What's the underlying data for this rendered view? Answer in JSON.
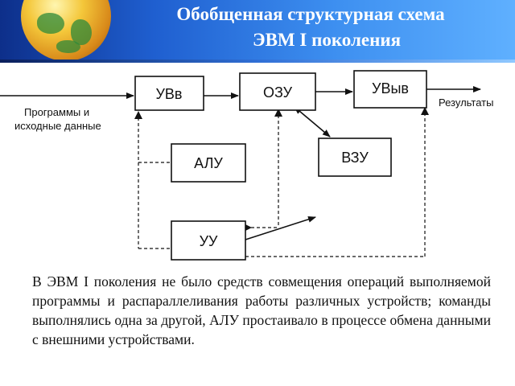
{
  "header": {
    "title_line1": "Обобщенная структурная схема",
    "title_line2": "ЭВМ I поколения"
  },
  "diagram": {
    "input_label_line1": "Программы и",
    "input_label_line2": "исходные данные",
    "output_label": "Результаты",
    "blocks": {
      "uvv": "УВв",
      "ozu": "ОЗУ",
      "uvyv": "УВыв",
      "alu": "АЛУ",
      "vzu": "ВЗУ",
      "uu": "УУ"
    }
  },
  "paragraph": "В ЭВМ I поколения не было средств совмещения операций выполняемой программы и распараллеливания работы различных устройств; команды выполнялись одна за другой, АЛУ простаивало в процессе обмена данными с внешними устройствами."
}
